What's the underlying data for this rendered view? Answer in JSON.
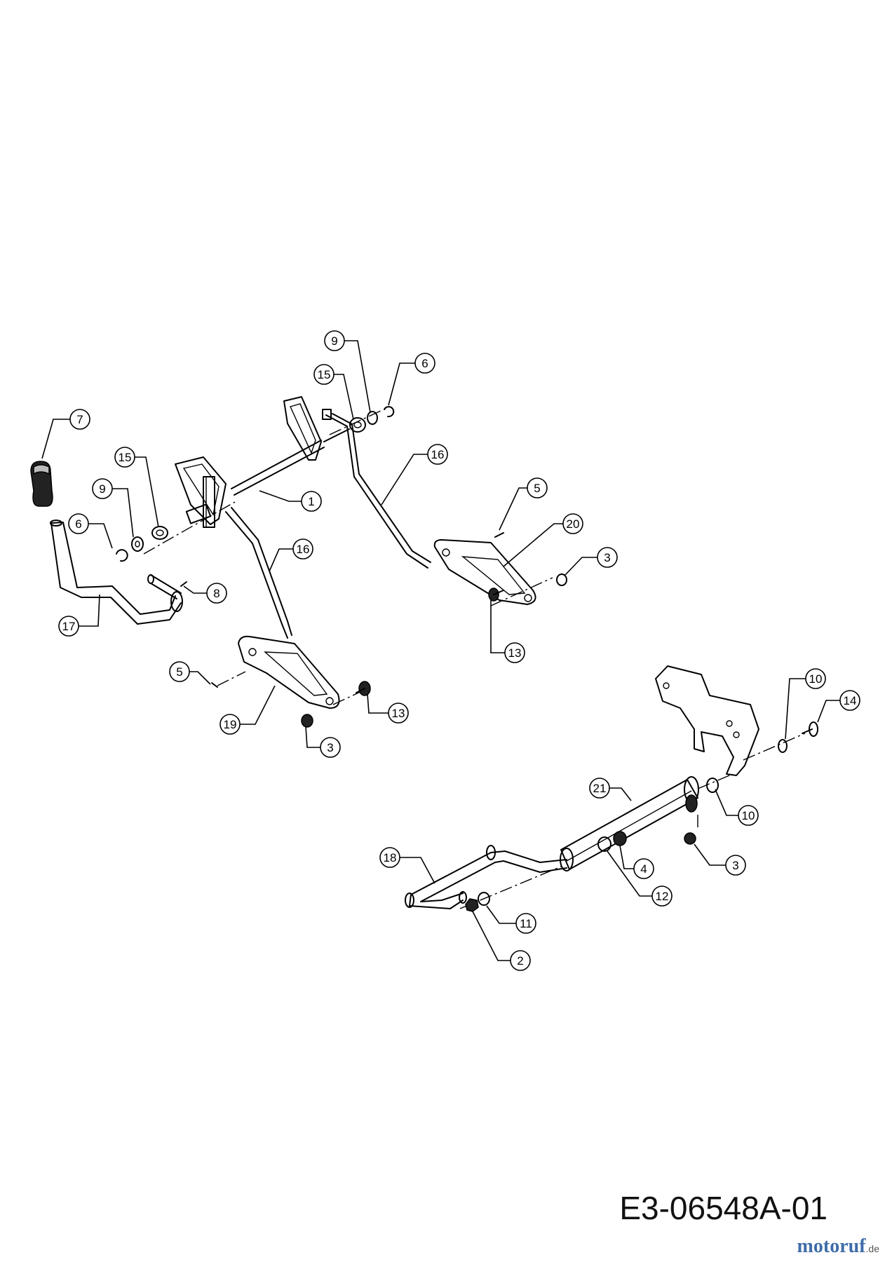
{
  "callouts": [
    "7",
    "15",
    "9",
    "6",
    "8",
    "17",
    "1",
    "9",
    "15",
    "6",
    "16",
    "16",
    "5",
    "20",
    "3",
    "13",
    "5",
    "19",
    "13",
    "3",
    "10",
    "14",
    "21",
    "10",
    "3",
    "18",
    "4",
    "12",
    "11",
    "2"
  ],
  "drawing_code": "E3-06548A-01",
  "watermark": {
    "text": "motoruf",
    "domain": ".de"
  }
}
